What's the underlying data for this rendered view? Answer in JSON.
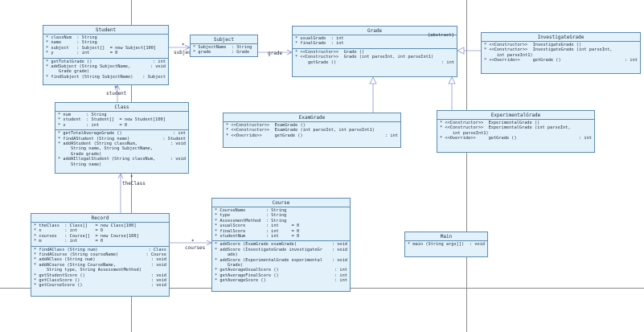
{
  "classes": {
    "student": {
      "name": "Student",
      "attrs": [
        [
          "classNum  : String",
          ""
        ],
        [
          "name      : String",
          ""
        ],
        [
          "subject   : Subject[]  = new Subject[100]",
          ""
        ],
        [
          "y         : int        = 0",
          ""
        ]
      ],
      "ops": [
        [
          "getTotalGrade ()",
          ": int"
        ],
        [
          "addSubject (String SubjectName,",
          ": void"
        ],
        [
          "  Grade grade)",
          ""
        ],
        [
          "findSubject (String SubjectName)",
          ": Subject"
        ]
      ]
    },
    "subject": {
      "name": "Subject",
      "attrs": [
        [
          "SubjectName  : String",
          ""
        ],
        [
          "grade        : Grade",
          ""
        ]
      ],
      "ops": []
    },
    "grade": {
      "name": "Grade",
      "stereotype": "{abstract}",
      "attrs": [
        [
          "usualGrade  : int",
          ""
        ],
        [
          "finalGrade  : int",
          ""
        ]
      ],
      "ops": [
        [
          "<<Constructor>>  Grade ()",
          ""
        ],
        [
          "<<Constructor>>  Grade (int parseInt, int parseInt1)",
          ""
        ],
        [
          "                 getGrade ()",
          ": int"
        ]
      ]
    },
    "investigate": {
      "name": "InvestigateGrade",
      "attrs": [],
      "ops": [
        [
          "<<Constructor>>  InvestigateGrade ()",
          ""
        ],
        [
          "<<Constructor>>  InvestigateGrade (int parseInt,",
          ""
        ],
        [
          "                 int parseInt1)",
          ""
        ],
        [
          "<<Override>>     getGrade ()",
          ": int"
        ]
      ]
    },
    "exam": {
      "name": "ExamGrade",
      "attrs": [],
      "ops": [
        [
          "<<Constructor>>  ExamGrade ()",
          ""
        ],
        [
          "<<Constructor>>  ExamGrade (int parseInt, int parseInt1)",
          ""
        ],
        [
          "<<Override>>     getGrade ()",
          ": int"
        ]
      ]
    },
    "experimental": {
      "name": "ExperimentalGrade",
      "attrs": [],
      "ops": [
        [
          "<<Constructor>>  ExperimentalGrade ()",
          ""
        ],
        [
          "<<Constructor>>  ExperimentalGrade (int parseInt,",
          ""
        ],
        [
          "                 int parseInt1)",
          ""
        ],
        [
          "<<Override>>     getGrade ()",
          ": int"
        ]
      ]
    },
    "class": {
      "name": "Class",
      "attrs": [
        [
          "num      : String",
          ""
        ],
        [
          "student  : Student[]  = new Student[100]",
          ""
        ],
        [
          "x        : int        = 0",
          ""
        ]
      ],
      "ops": [
        [
          "getTotalAverageGrade ()",
          ": int"
        ],
        [
          "findAStudent (String name)",
          ": Student"
        ],
        [
          "addAStudent (String classNum,",
          ": void"
        ],
        [
          "  String name, String SubjectName,",
          ""
        ],
        [
          "  Grade grade)",
          ""
        ],
        [
          "addAIllegalStudent (String classNum,",
          ": void"
        ],
        [
          "  String name)",
          ""
        ]
      ]
    },
    "course": {
      "name": "Course",
      "attrs": [
        [
          "CourseName        : String",
          ""
        ],
        [
          "type              : String",
          ""
        ],
        [
          "AssessmentMethod  : String",
          ""
        ],
        [
          "usualScore        : int     = 0",
          ""
        ],
        [
          "finalScore        : int     = 0",
          ""
        ],
        [
          "studentNum        : int     = 0",
          ""
        ]
      ],
      "ops": [
        [
          "addScore (ExamGrade examGrade)",
          ": void"
        ],
        [
          "addScore (InvestigateGrade investigateGr",
          ": void"
        ],
        [
          "  ade)",
          ""
        ],
        [
          "addScore (ExperimentalGrade experimental",
          ": void"
        ],
        [
          "  Grade)",
          ""
        ],
        [
          "getAverageUsualScore ()",
          ": int"
        ],
        [
          "getAverageFinalScore ()",
          ": int"
        ],
        [
          "getAverageScore ()",
          ": int"
        ]
      ]
    },
    "record": {
      "name": "Record",
      "attrs": [
        [
          "theClass  : Class[]   = new Class[100]",
          ""
        ],
        [
          "n         : int       = 0",
          ""
        ],
        [
          "courses   : Course[]  = new Course[100]",
          ""
        ],
        [
          "m         : int       = 0",
          ""
        ]
      ],
      "ops": [
        [
          "findAClass (String num)",
          ": Class"
        ],
        [
          "findACourse (String courseName)",
          ": Course"
        ],
        [
          "addAClass (String num)",
          ": void"
        ],
        [
          "addACourse (String CourseName,",
          ": void"
        ],
        [
          "  String type, String AssessmentMethod)",
          ""
        ],
        [
          "getStudentScore ()",
          ": void"
        ],
        [
          "getClassScore ()",
          ": void"
        ],
        [
          "getCourseScore ()",
          ": void"
        ]
      ]
    },
    "main": {
      "name": "Main",
      "attrs": [],
      "ops": [
        [
          "main (String args[])",
          ": void"
        ]
      ]
    }
  },
  "associations": {
    "student_subject": {
      "mult": "*",
      "role": "subject"
    },
    "subject_grade": {
      "role": "grade"
    },
    "class_student": {
      "mult": "*",
      "role": "student"
    },
    "record_class": {
      "mult": "*",
      "role": "theClass"
    },
    "record_course": {
      "mult": "*",
      "role": "courses"
    }
  },
  "colors": {
    "fill": "#e3f1fb",
    "border": "#5b8db0",
    "edge": "#8b96d6",
    "guide": "#8a8a8a"
  }
}
